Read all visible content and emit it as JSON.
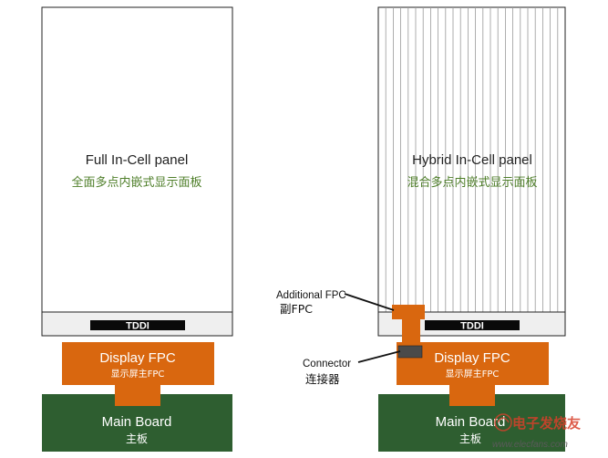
{
  "left_stack": {
    "panel_title": "Full In-Cell panel",
    "panel_subtitle": "全面多点内嵌式显示面板",
    "chip_label": "TDDI",
    "fpc_title": "Display FPC",
    "fpc_subtitle": "显示屏主FPC",
    "board_title": "Main Board",
    "board_subtitle": "主板"
  },
  "right_stack": {
    "panel_title": "Hybrid In-Cell panel",
    "panel_subtitle": "混合多点内嵌式显示面板",
    "chip_label": "TDDI",
    "fpc_title": "Display FPC",
    "fpc_subtitle": "显示屏主FPC",
    "board_title": "Main Board",
    "board_subtitle": "主板"
  },
  "callouts": {
    "additional_fpc_en": "Additional FPC",
    "additional_fpc_zh": "副FPC",
    "connector_en": "Connector",
    "connector_zh": "连接器"
  },
  "watermark": {
    "text": "电子发烧友",
    "url": "www.elecfans.com"
  },
  "colors": {
    "fpc_orange": "#d9670f",
    "board_green": "#2e5e30",
    "subtitle_green": "#4f7f2a",
    "chip_black": "#0a0a0a",
    "connector_gray": "#4a4a4a"
  }
}
